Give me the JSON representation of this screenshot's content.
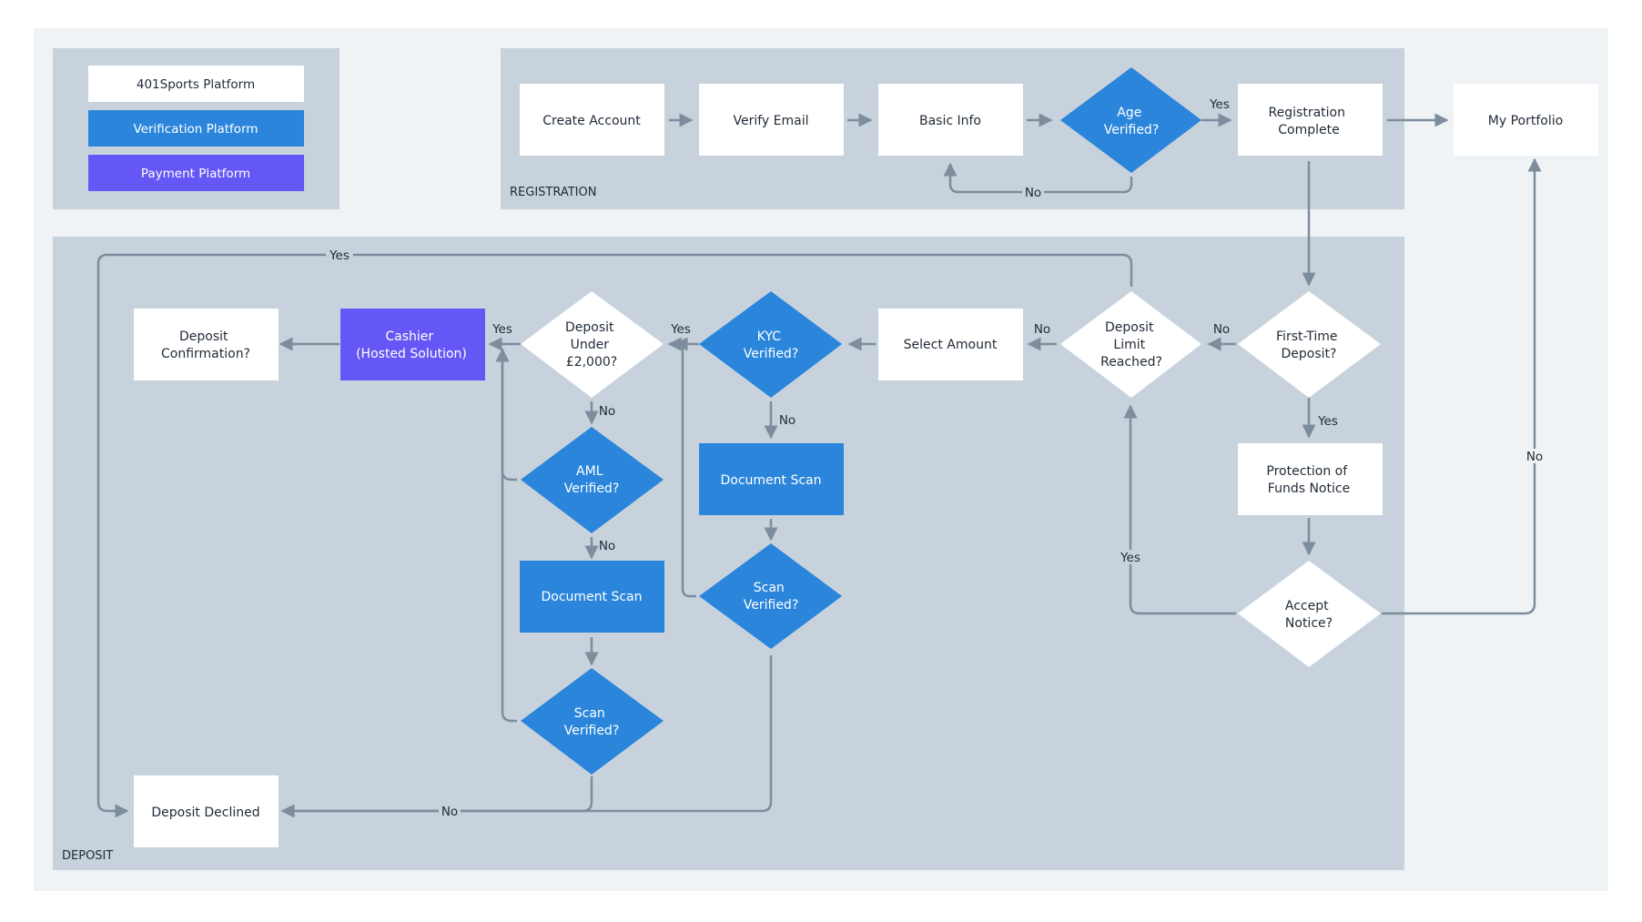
{
  "colors": {
    "background": "#ffffff",
    "canvas": "#eff3f6",
    "section_fill": "#c7d2dc",
    "node_white": "#ffffff",
    "node_blue": "#2b86db",
    "node_purple": "#6557f5",
    "edge": "#7e8d9d",
    "text_dark": "#1f2a36",
    "text_light": "#ffffff"
  },
  "legend": {
    "items": [
      {
        "label": "401Sports Platform",
        "color": "white"
      },
      {
        "label": "Verification Platform",
        "color": "blue"
      },
      {
        "label": "Payment Platform",
        "color": "purple"
      }
    ]
  },
  "sections": {
    "registration": "REGISTRATION",
    "deposit": "DEPOSIT"
  },
  "nodes": {
    "create_account": "Create Account",
    "verify_email": "Verify Email",
    "basic_info": "Basic Info",
    "age_verified": [
      "Age",
      "Verified?"
    ],
    "registration_complete": [
      "Registration",
      "Complete"
    ],
    "my_portfolio": "My Portfolio",
    "first_time_deposit": [
      "First-Time",
      "Deposit?"
    ],
    "protection_notice": [
      "Protection of",
      "Funds Notice"
    ],
    "accept_notice": [
      "Accept",
      "Notice?"
    ],
    "deposit_limit": [
      "Deposit",
      "Limit",
      "Reached?"
    ],
    "select_amount": "Select Amount",
    "kyc_verified": [
      "KYC",
      "Verified?"
    ],
    "kyc_document_scan": "Document Scan",
    "kyc_scan_verified": [
      "Scan",
      "Verified?"
    ],
    "deposit_under": [
      "Deposit",
      "Under",
      "£2,000?"
    ],
    "aml_verified": [
      "AML",
      "Verified?"
    ],
    "aml_document_scan": "Document Scan",
    "aml_scan_verified": [
      "Scan",
      "Verified?"
    ],
    "cashier": [
      "Cashier",
      "(Hosted Solution)"
    ],
    "deposit_confirmation": [
      "Deposit",
      "Confirmation?"
    ],
    "deposit_declined": "Deposit Declined"
  },
  "edge_labels": {
    "age_yes": "Yes",
    "age_no": "No",
    "limit_yes": "Yes",
    "limit_no": "No",
    "first_no": "No",
    "first_yes": "Yes",
    "accept_yes": "Yes",
    "accept_no": "No",
    "kyc_no": "No",
    "kyc_scan_yes": "Yes",
    "under_yes": "Yes",
    "under_no": "No",
    "aml_no": "No",
    "declined_no": "No"
  }
}
